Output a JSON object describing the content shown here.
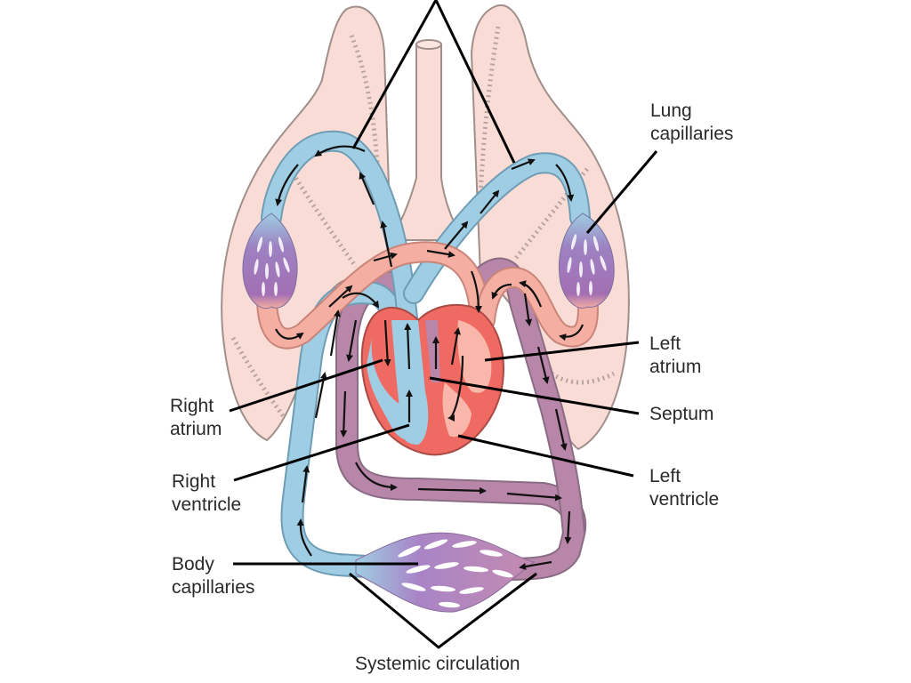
{
  "title": "Double circulation in mammals (heart, lungs, body)",
  "labels": {
    "lung_capillaries": "Lung\ncapillaries",
    "left_atrium": "Left\natrium",
    "septum": "Septum",
    "left_ventricle": "Left\nventricle",
    "right_atrium": "Right\natrium",
    "right_ventricle": "Right\nventricle",
    "body_capillaries": "Body\ncapillaries",
    "systemic_circulation": "Systemic circulation"
  },
  "colors": {
    "lung_tissue": "#f9dcd6",
    "lung_outline": "#9b8b86",
    "deoxygenated_blood": "#9fcde3",
    "oxygenated_blood": "#f4aea2",
    "systemic_artery": "#b886a9",
    "capillary_bed": "#9d82c2",
    "heart_muscle": "#ee6a63",
    "arrow": "#111111",
    "leader_line": "#000000",
    "label_text": "#2a2a2a"
  }
}
